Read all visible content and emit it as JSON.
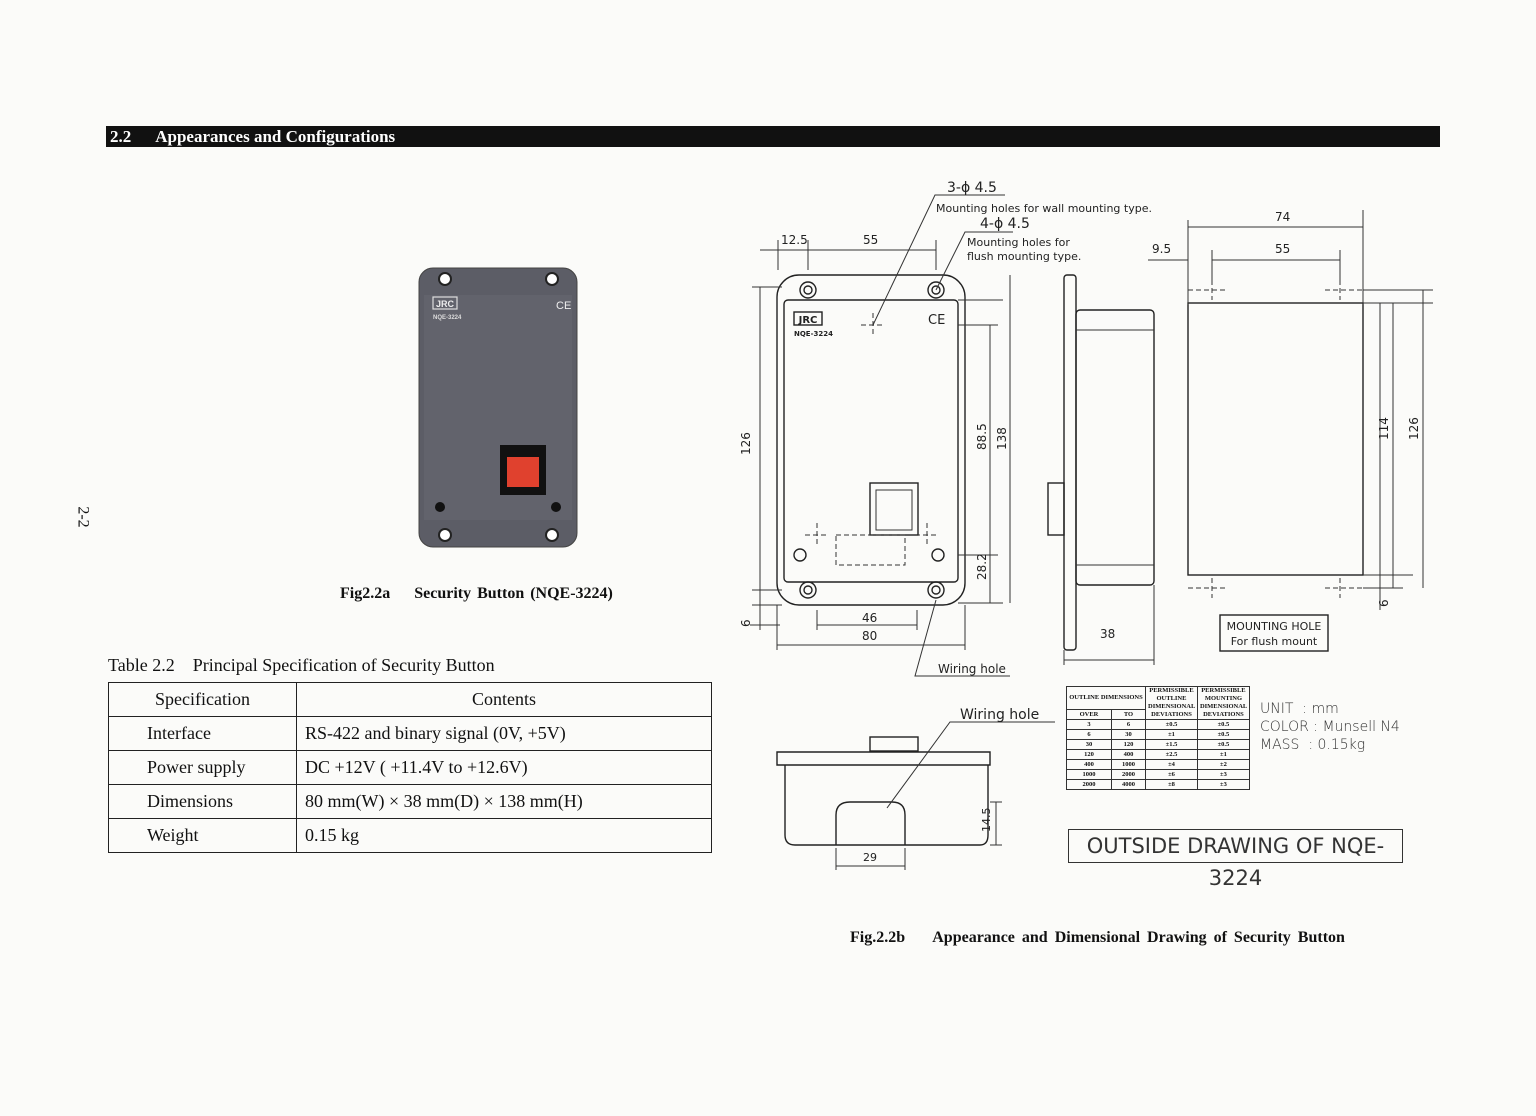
{
  "section": {
    "number": "2.2",
    "title": "Appearances and Configurations"
  },
  "page_number": "2-2",
  "photo": {
    "logo": "JRC",
    "model": "NQE-3224",
    "mark": "CE",
    "body_color": "#5c5d66",
    "button_color": "#e0412e"
  },
  "fig_a_caption": "Fig2.2a    Security Button (NQE-3224)",
  "spec_table": {
    "title": "Table 2.2    Principal Specification of Security Button",
    "headers": [
      "Specification",
      "Contents"
    ],
    "rows": [
      [
        "Interface",
        "RS-422 and binary signal (0V, +5V)"
      ],
      [
        "Power supply",
        "DC +12V ( +11.4V to +12.6V)"
      ],
      [
        "Dimensions",
        "80 mm(W) × 38 mm(D) × 138 mm(H)"
      ],
      [
        "Weight",
        "0.15 kg"
      ]
    ]
  },
  "drawing": {
    "front_logo": "JRC",
    "front_model": "NQE-3224",
    "front_mark": "CE",
    "note_wall": {
      "spec": "3-ϕ 4.5",
      "text": "Mounting holes for wall mounting type."
    },
    "note_flush": {
      "spec": "4-ϕ 4.5",
      "text1": "Mounting holes for",
      "text2": "flush mounting type."
    },
    "dims": {
      "d12_5": "12.5",
      "d55_top": "55",
      "d126_left": "126",
      "d6_left": "6",
      "d88_5": "88.5",
      "d138": "138",
      "d28_2": "28.2",
      "d46": "46",
      "d80": "80",
      "d38": "38",
      "d74": "74",
      "d55_back": "55",
      "d9_5": "9.5",
      "d114": "114",
      "d126_right": "126",
      "d6_right": "6",
      "d14_5": "14.5",
      "d29": "29"
    },
    "wiring_hole_front": "Wiring hole",
    "wiring_hole_bottom": "Wiring hole",
    "mounting_hole_box": {
      "line1": "MOUNTING HOLE",
      "line2": "For flush mount"
    }
  },
  "tolerance_table": {
    "header_outline": "OUTLINE DIMENSIONS",
    "header_over": "OVER",
    "header_to": "TO",
    "header_outline_dev": "PERMISSIBLE OUTLINE DIMENSIONAL DEVIATIONS",
    "header_mount_dev": "PERMISSIBLE MOUNTING DIMENSIONAL DEVIATIONS",
    "rows": [
      [
        "3",
        "6",
        "±0.5",
        "±0.5"
      ],
      [
        "6",
        "30",
        "±1",
        "±0.5"
      ],
      [
        "30",
        "120",
        "±1.5",
        "±0.5"
      ],
      [
        "120",
        "400",
        "±2.5",
        "±1"
      ],
      [
        "400",
        "1000",
        "±4",
        "±2"
      ],
      [
        "1000",
        "2000",
        "±6",
        "±3"
      ],
      [
        "2000",
        "4000",
        "±8",
        "±3"
      ]
    ]
  },
  "unit_info": {
    "unit": "UNIT  : mm",
    "color": "COLOR : Munsell N4",
    "mass": "MASS  : 0.15kg"
  },
  "outside_title": "OUTSIDE DRAWING OF NQE-3224",
  "fig_b_caption": "Fig.2.2b    Appearance and Dimensional Drawing of Security Button"
}
